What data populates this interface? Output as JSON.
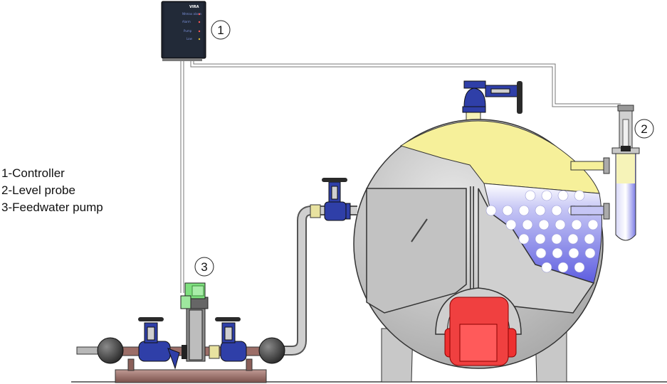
{
  "legend": {
    "items": [
      "1-Controller",
      "2-Level probe",
      "3-Feedwater pump"
    ]
  },
  "callouts": {
    "controller": "1",
    "level_probe": "2",
    "pump": "3"
  },
  "controller_panel": {
    "brand": "VIRA",
    "lines": [
      "Nhmax alarm",
      "Alarm",
      "Pump",
      "Low"
    ]
  },
  "colors": {
    "water": "#b9b9f0",
    "steam": "#f6f09a",
    "shell": "#bfbfbf",
    "burner": "#ee2a2a",
    "valve": "#2f3fa8",
    "pump_motor": "#7ee07e",
    "base": "#a27771"
  }
}
